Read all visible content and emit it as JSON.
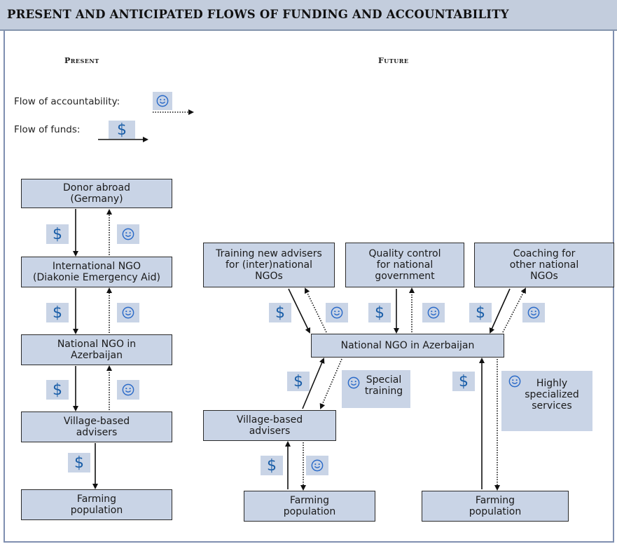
{
  "header": {
    "title": "PRESENT AND ANTICIPATED FLOWS OF FUNDING AND ACCOUNTABILITY"
  },
  "columns": {
    "present": "Present",
    "future": "Future"
  },
  "legend": {
    "accountability": "Flow of accountability:",
    "funds": "Flow of funds:",
    "funds_symbol": "$"
  },
  "present": {
    "donor": "Donor abroad\n(Germany)",
    "international_ngo": "International NGO\n(Diakonie Emergency Aid)",
    "national_ngo": "National NGO in\nAzerbaijan",
    "village": "Village-based\nadvisers",
    "farming": "Farming\npopulation"
  },
  "future": {
    "training": "Training new advisers\nfor (inter)national\nNGOs",
    "quality": "Quality control\nfor national\ngovernment",
    "coaching": "Coaching for\nother national\nNGOs",
    "national_ngo": "National NGO in Azerbaijan",
    "village": "Village-based\nadvisers",
    "farming_left": "Farming\npopulation",
    "farming_right": "Farming\npopulation",
    "special_training": "Special\ntraining",
    "specialized_services": "Highly\nspecialized\nservices"
  },
  "symbols": {
    "dollar": "$"
  },
  "colors": {
    "box_fill": "#c9d4e6",
    "header_fill": "#c3cddd",
    "dollar": "#1a5ea8",
    "smile": "#2a6ac8"
  }
}
